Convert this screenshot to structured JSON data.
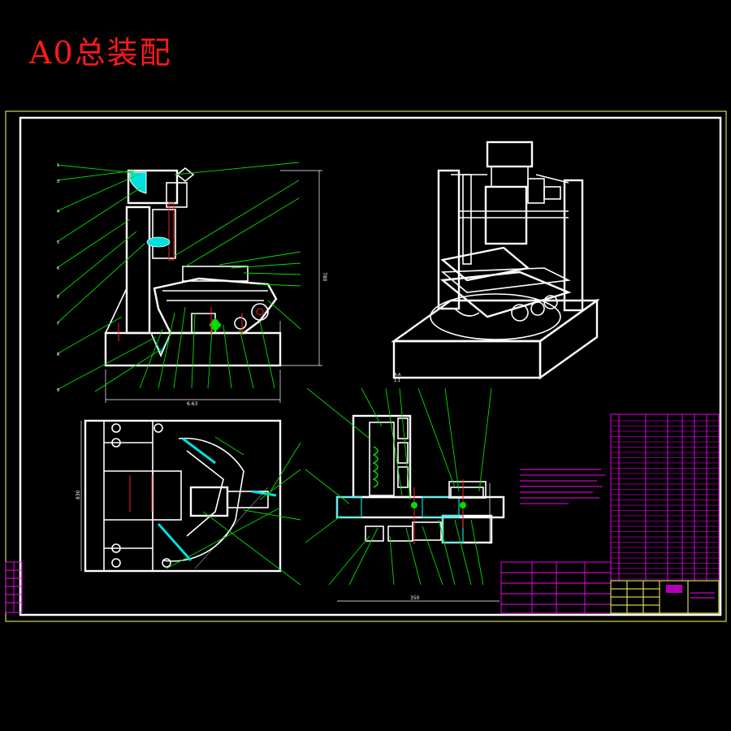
{
  "title": "A0总装配",
  "colors": {
    "background": "#000000",
    "title": "#ff1a1a",
    "outline": "#ffffff",
    "leader": "#00e000",
    "table": "#ff00ff",
    "frame": "#ffff66"
  },
  "front_view": {
    "dim_width": "6.63",
    "dim_height": "780"
  },
  "top_view": {
    "dim_height": "830"
  },
  "section_view": {
    "label": "A-A",
    "scale": "1:1",
    "dim_width": "350"
  }
}
